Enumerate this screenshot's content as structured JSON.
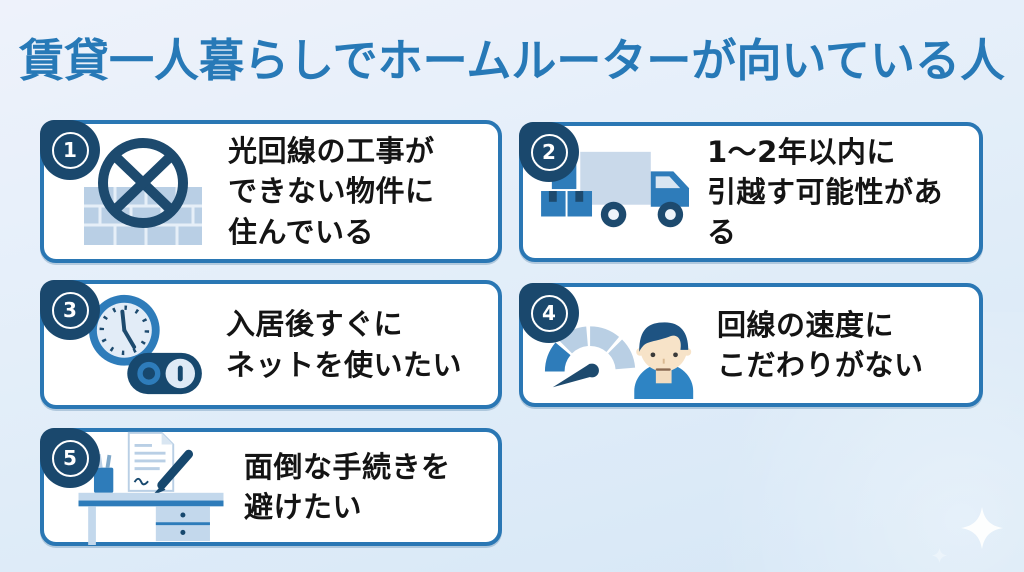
{
  "page": {
    "title": "賃貸一人暮らしでホームルーターが向いている人",
    "title_color": "#2779b7",
    "background_top": "#eef2fb",
    "background_bottom": "#d6e7f6",
    "card_border_color": "#2a77b4",
    "badge_color": "#1a486d",
    "accent_blue": "#2e7cba",
    "dark_navy": "#1d4a6e",
    "light_blue": "#bdd2e7",
    "pale_blue": "#dce9f5",
    "skin_tone": "#f7e3c8"
  },
  "cards": [
    {
      "number": "1",
      "icon": "no-construction-wall-icon",
      "text": "光回線の工事が\nできない物件に\n住んでいる"
    },
    {
      "number": "2",
      "icon": "moving-truck-icon",
      "text": "1〜2年以内に\n引越す可能性がある"
    },
    {
      "number": "3",
      "icon": "clock-toggle-icon",
      "text": "入居後すぐに\nネットを使いたい"
    },
    {
      "number": "4",
      "icon": "speed-gauge-person-icon",
      "text": "回線の速度に\nこだわりがない"
    },
    {
      "number": "5",
      "icon": "paperwork-desk-icon",
      "text": "面倒な手続きを\n避けたい"
    }
  ],
  "decorations": {
    "sparkle": "four-point-star",
    "sparkle_color": "#ffffff"
  }
}
